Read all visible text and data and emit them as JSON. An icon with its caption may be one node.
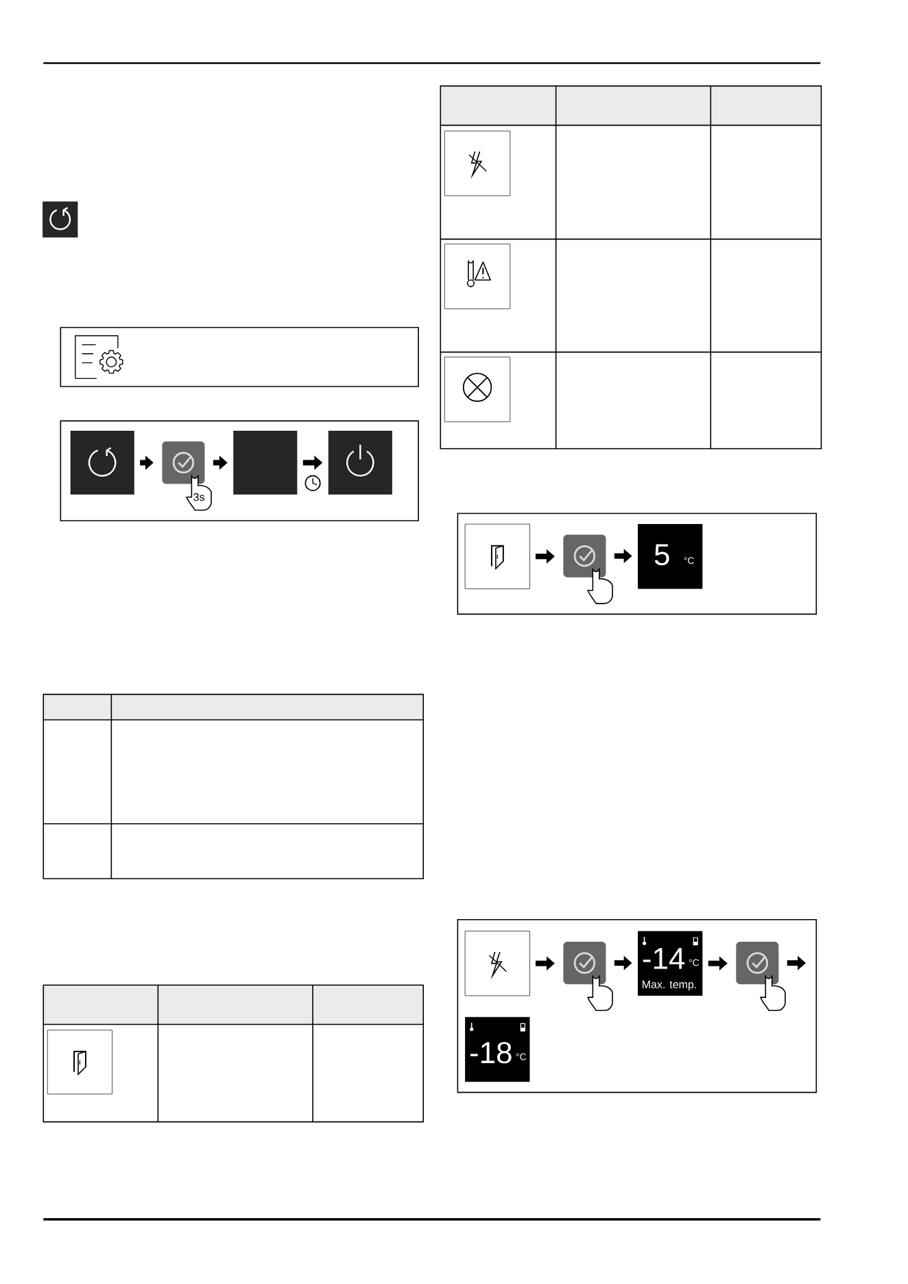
{
  "diagram": {
    "nodes": [
      {
        "text": [],
        "shape": "box"
      },
      {
        "text": [],
        "shape": "box",
        "beside": [
          "3s"
        ]
      },
      {
        "text": [],
        "shape": "box"
      },
      {
        "text": [],
        "shape": "box"
      },
      {
        "text": [],
        "shape": "box"
      },
      {
        "text": [],
        "shape": "box"
      },
      {
        "text": [
          "5",
          "°C"
        ]
      },
      {
        "text": [],
        "shape": "box"
      },
      {
        "text": [],
        "shape": "box"
      },
      {
        "text": [
          "-14",
          "°C",
          "Max. temp."
        ]
      },
      {
        "text": [],
        "shape": "box"
      },
      {
        "text": [
          "-18",
          "°C"
        ]
      }
    ],
    "edges": [
      {
        "from": 0,
        "to": 1,
        "arrow": "to"
      },
      {
        "from": 1,
        "to": 2,
        "arrow": "to"
      },
      {
        "from": 2,
        "to": 3,
        "arrow": "to"
      },
      {
        "from": 4,
        "to": 5,
        "arrow": "to"
      },
      {
        "from": 5,
        "to": 6,
        "arrow": "to"
      },
      {
        "from": 7,
        "to": 8,
        "arrow": "to"
      },
      {
        "from": 8,
        "to": 9,
        "arrow": "to"
      },
      {
        "from": 9,
        "to": 10,
        "arrow": "to"
      },
      {
        "from": 10,
        "to": null,
        "arrow": "to"
      }
    ]
  }
}
